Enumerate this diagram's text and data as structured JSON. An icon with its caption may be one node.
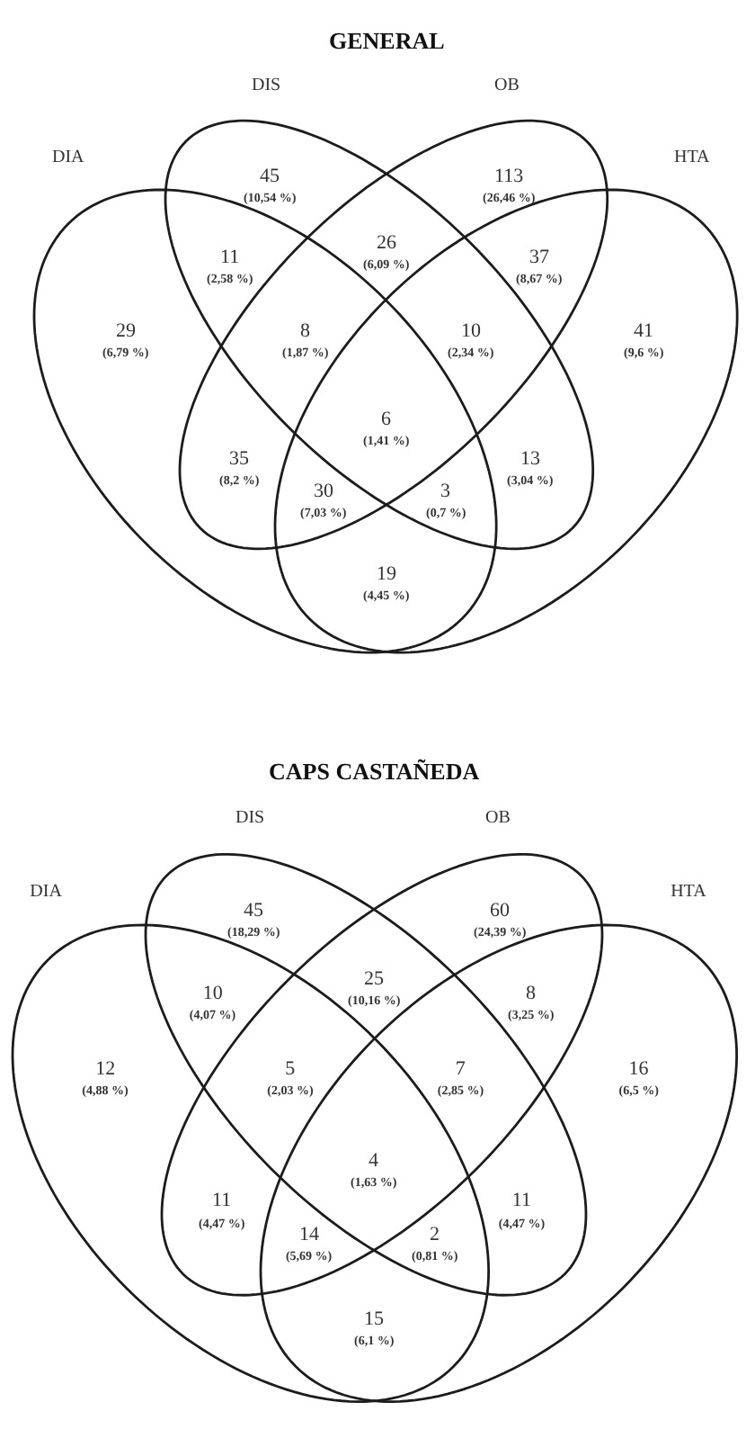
{
  "diagram": {
    "nodes": [
      {
        "text": [
          "DIA"
        ]
      },
      {
        "text": [
          "DIS"
        ]
      },
      {
        "text": [
          "OB"
        ]
      },
      {
        "text": [
          "HTA"
        ]
      },
      {
        "text": [
          "DIA"
        ]
      },
      {
        "text": [
          "DIS"
        ]
      },
      {
        "text": [
          "OB"
        ]
      },
      {
        "text": [
          "HTA"
        ]
      }
    ],
    "labels": [
      "GENERAL",
      "45",
      "(10,54 %)",
      "113",
      "(26,46 %)",
      "26",
      "(6,09 %)",
      "11",
      "(2,58 %)",
      "37",
      "(8,67 %)",
      "29",
      "(6,79 %)",
      "8",
      "(1,87 %)",
      "10",
      "(2,34 %)",
      "41",
      "(9,6 %)",
      "6",
      "(1,41 %)",
      "35",
      "(8,2 %)",
      "13",
      "(3,04 %)",
      "30",
      "(7,03 %)",
      "3",
      "(0,7 %)",
      "19",
      "(4,45 %)",
      "CAPS CASTAÑEDA",
      "45",
      "(18,29 %)",
      "60",
      "(24,39 %)",
      "25",
      "(10,16 %)",
      "10",
      "(4,07 %)",
      "8",
      "(3,25 %)",
      "12",
      "(4,88 %)",
      "5",
      "(2,03 %)",
      "7",
      "(2,85 %)",
      "16",
      "(6,5 %)",
      "4",
      "(1,63 %)",
      "11",
      "(4,47 %)",
      "11",
      "(4,47 %)",
      "14",
      "(5,69 %)",
      "2",
      "(0,81 %)",
      "15",
      "(6,1 %)"
    ]
  }
}
